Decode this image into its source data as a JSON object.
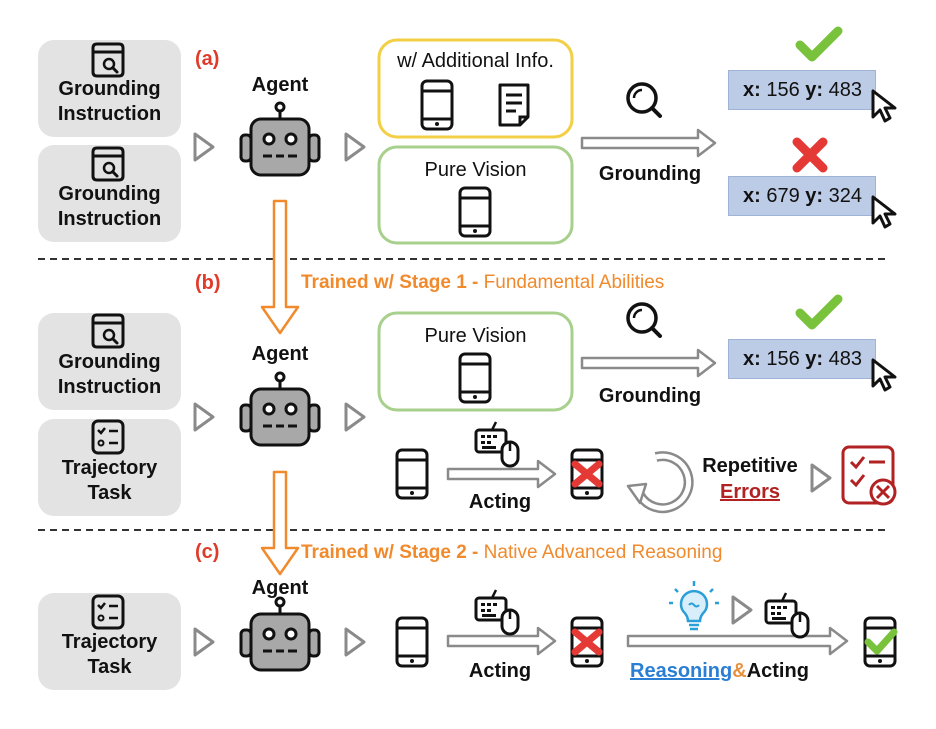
{
  "sections": {
    "a": "(a)",
    "b": "(b)",
    "c": "(c)"
  },
  "inputs": {
    "grounding_instruction": "Grounding Instruction",
    "grounding_instruction_line1": "Grounding",
    "grounding_instruction_line2": "Instruction",
    "trajectory_task_line1": "Trajectory",
    "trajectory_task_line2": "Task"
  },
  "agent_label": "Agent",
  "panels": {
    "additional_info": "w/ Additional Info.",
    "pure_vision": "Pure Vision"
  },
  "actions": {
    "grounding": "Grounding",
    "acting": "Acting",
    "repetitive": "Repetitive",
    "errors": "Errors",
    "reasoning": "Reasoning",
    "amp": "&",
    "acting2": "Acting"
  },
  "stages": {
    "stage1_bold": "Trained w/ Stage 1 -",
    "stage1_rest": " Fundamental Abilities",
    "stage2_bold": "Trained w/ Stage 2 -",
    "stage2_rest": " Native Advanced Reasoning"
  },
  "coords": {
    "x_label": "x:",
    "y_label": "y:",
    "correct_x": "156",
    "correct_y": "483",
    "wrong_x": "679",
    "wrong_y": "324"
  },
  "colors": {
    "section_label": "#e03a2a",
    "stage_arrow": "#f08a2c",
    "additional_info_border": "#f2cf45",
    "pure_vision_border": "#a8d08d",
    "check": "#79c23c",
    "cross": "#e53935",
    "errors_text": "#b22222",
    "reasoning_text": "#2a7fd4",
    "amp_text": "#e8913c",
    "coord_box": "#bccbe6",
    "robot": "#a8a8a8"
  },
  "icons": [
    "search-doc-icon",
    "checklist-icon",
    "robot-icon",
    "phone-icon",
    "document-icon",
    "magnifier-icon",
    "keyboard-mouse-icon",
    "lightbulb-icon",
    "cursor-icon",
    "check-icon",
    "cross-icon",
    "refresh-arrow-icon",
    "error-checklist-icon"
  ]
}
